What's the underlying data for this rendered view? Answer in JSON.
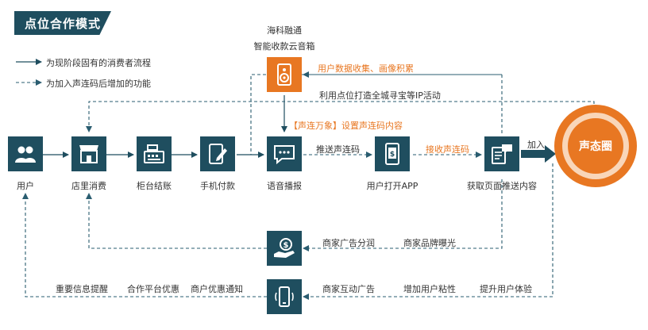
{
  "title": "点位合作模式",
  "legend": {
    "solid": "为现阶段固有的消费者流程",
    "dashed": "为加入声连码后增加的功能"
  },
  "speaker_box": {
    "line1": "海科融通",
    "line2": "智能收款云音箱"
  },
  "nodes": {
    "user": "用户",
    "store": "店里消费",
    "counter": "柜台结账",
    "phone_pay": "手机付款",
    "voice": "语音播报",
    "open_app": "用户打开APP",
    "fetch_page": "获取页面推送内容"
  },
  "annotations": {
    "data_collect": "用户数据收集、画像积累",
    "city_activity": "利用点位打造全城寻宝等IP活动",
    "soundlink_prefix": "【声连万象】",
    "soundlink_suffix": "设置声连码内容",
    "push_code": "推送声连码",
    "receive_code": "接收声连码",
    "join": "加入"
  },
  "circle_label": "声态圈",
  "bottom_row1": {
    "profit": "商家广告分润",
    "brand": "商家品牌曝光"
  },
  "bottom_row2": {
    "left1": "重要信息提醒",
    "left2": "合作平台优惠",
    "left3": "商户优惠通知",
    "right1": "商家互动广告",
    "right2": "增加用户粘性",
    "right3": "提升用户体验"
  },
  "colors": {
    "primary": "#1f4e5f",
    "accent": "#e87722",
    "circle_light": "#f9d6b9"
  }
}
